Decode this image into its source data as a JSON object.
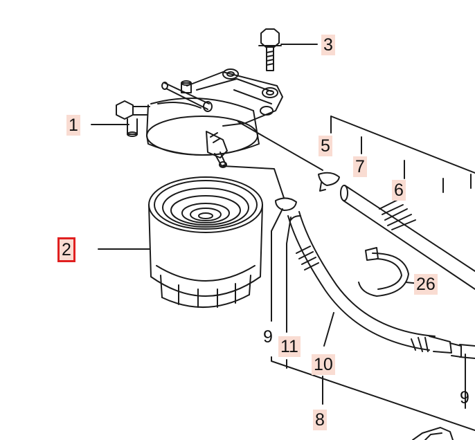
{
  "selected_callout": "2",
  "colors": {
    "line": "#1a1a1a",
    "label_bg": "#f9dcd2",
    "highlight": "#e02020"
  },
  "callouts": {
    "c1": "1",
    "c2": "2",
    "c3": "3",
    "c5": "5",
    "c6": "6",
    "c7": "7",
    "c8": "8",
    "c9a": "9",
    "c9b": "9",
    "c10": "10",
    "c11": "11",
    "c26": "26"
  }
}
